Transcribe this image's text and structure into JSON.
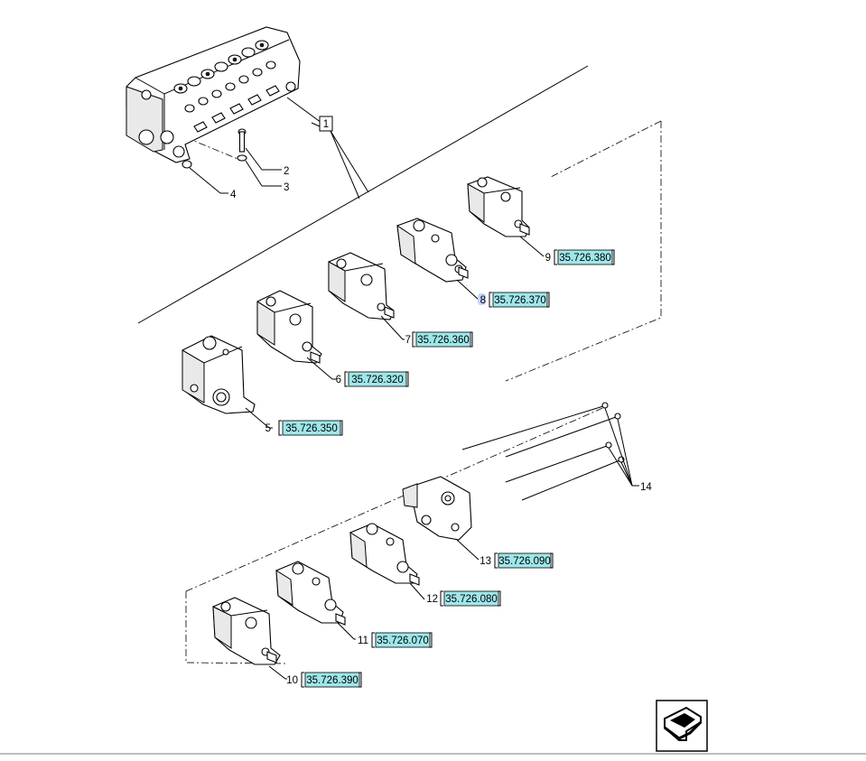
{
  "diagram": {
    "assembly_callout": "1",
    "plain_callouts": [
      {
        "id": "c2",
        "num": "2"
      },
      {
        "id": "c3",
        "num": "3"
      },
      {
        "id": "c4",
        "num": "4"
      },
      {
        "id": "c14",
        "num": "14"
      }
    ],
    "ref_callouts": [
      {
        "id": "c5",
        "num": "5",
        "ref": "35.726.350"
      },
      {
        "id": "c6",
        "num": "6",
        "ref": "35.726.320"
      },
      {
        "id": "c7",
        "num": "7",
        "ref": "35.726.360"
      },
      {
        "id": "c8",
        "num": "8",
        "ref": "35.726.370",
        "highlighted": true
      },
      {
        "id": "c9",
        "num": "9",
        "ref": "35.726.380"
      },
      {
        "id": "c10",
        "num": "10",
        "ref": "35.726.390"
      },
      {
        "id": "c11",
        "num": "11",
        "ref": "35.726.070"
      },
      {
        "id": "c12",
        "num": "12",
        "ref": "35.726.080"
      },
      {
        "id": "c13",
        "num": "13",
        "ref": "35.726.090"
      }
    ],
    "ref_highlight_color": "#9fe7ea",
    "nav_icon": "next-page-arrow-icon"
  }
}
